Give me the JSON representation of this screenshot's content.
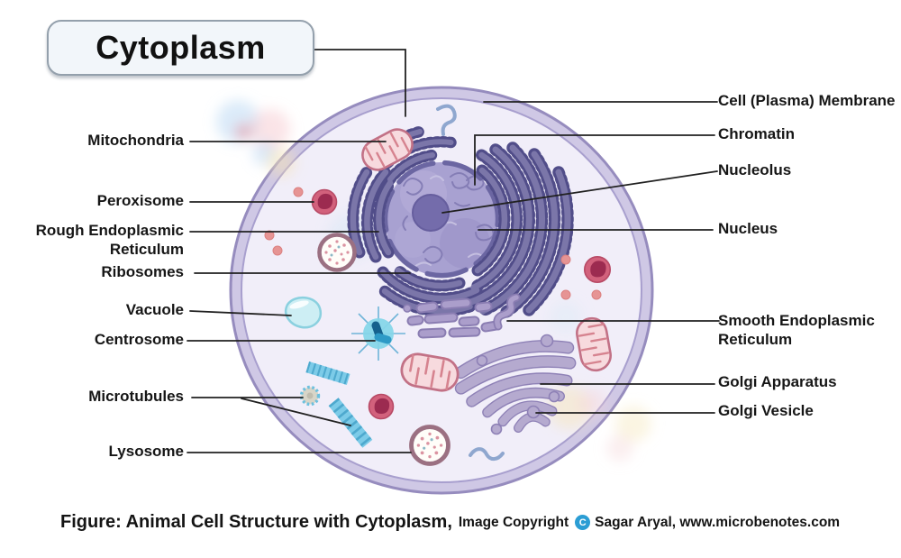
{
  "title": {
    "text": "Cytoplasm"
  },
  "labels": {
    "left": [
      {
        "text": "Mitochondria"
      },
      {
        "text": "Peroxisome"
      },
      {
        "text": "Rough Endoplasmic\nReticulum"
      },
      {
        "text": "Ribosomes"
      },
      {
        "text": "Vacuole"
      },
      {
        "text": "Centrosome"
      },
      {
        "text": "Microtubules"
      },
      {
        "text": "Lysosome"
      }
    ],
    "right": [
      {
        "text": "Cell (Plasma) Membrane"
      },
      {
        "text": "Chromatin"
      },
      {
        "text": "Nucleolus"
      },
      {
        "text": "Nucleus"
      },
      {
        "text": "Smooth Endoplasmic\nReticulum"
      },
      {
        "text": "Golgi Apparatus"
      },
      {
        "text": "Golgi Vesicle"
      }
    ]
  },
  "caption": {
    "figure": "Figure: Animal Cell Structure with Cytoplasm,",
    "copyright": "Image Copyright",
    "badge": "C",
    "credit": "Sagar Aryal, www.microbenotes.com"
  },
  "colors": {
    "membrane": "#9a91c1",
    "cytoplasm": "#f1eef9",
    "nucleus": "#a8a1d1",
    "nucleolus": "#746cab",
    "rough_er": "#7b76a9",
    "golgi": "#b5aacf",
    "mitochondria": "#f7dade",
    "microtubule": "#7ccbe8",
    "peroxisome": "#d2617c",
    "leader_line": "#212121",
    "copyright_badge": "#2b9dd4"
  }
}
